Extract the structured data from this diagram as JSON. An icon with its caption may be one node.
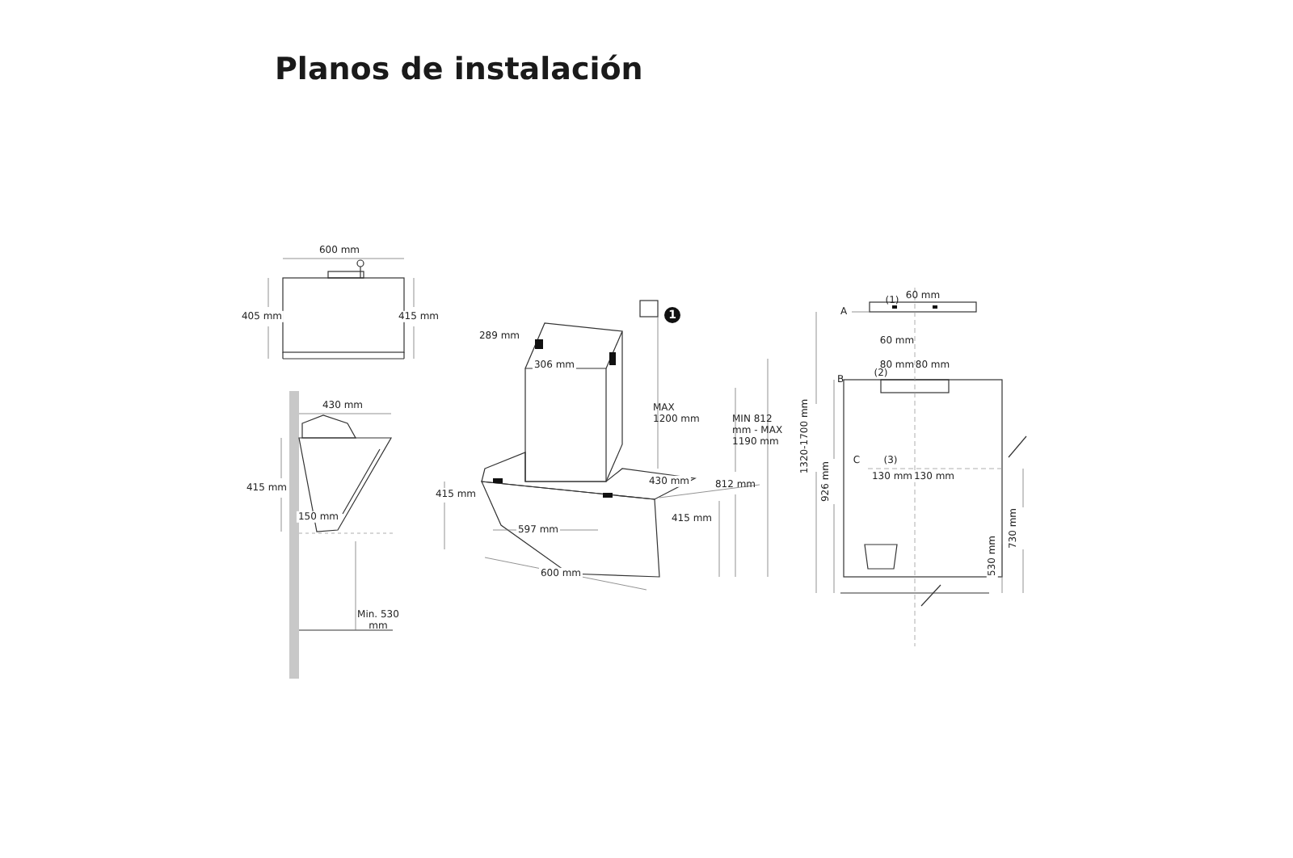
{
  "diagram": {
    "title": "Planos de instalación",
    "labels": [
      "600 mm",
      "405 mm",
      "415 mm",
      "430 mm",
      "415 mm",
      "150 mm",
      "Min. 530 mm",
      "1",
      "289 mm",
      "306 mm",
      "MAX 1200 mm",
      "MIN 812 mm - MAX 1190 mm",
      "415 mm",
      "430 mm",
      "812 mm",
      "415 mm",
      "597 mm",
      "600 mm",
      "A",
      "(1)",
      "60 mm",
      "60 mm",
      "B",
      "(2)",
      "80 mm",
      "80 mm",
      "C",
      "(3)",
      "130 mm",
      "130 mm",
      "1320-1700 mm",
      "926 mm",
      "730 mm",
      "530 mm"
    ]
  }
}
